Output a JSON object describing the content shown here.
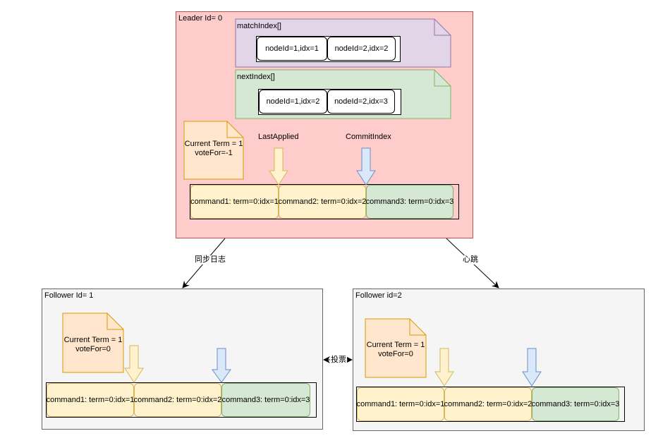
{
  "leader": {
    "title": "Leader Id= 0",
    "match_index": {
      "label": "matchIndex[]",
      "items": [
        "nodeId=1,idx=1",
        "nodeId=2,idx=2"
      ]
    },
    "next_index": {
      "label": "nextIndex[]",
      "items": [
        "nodeId=1,idx=2",
        "nodeId=2,idx=3"
      ]
    },
    "state_note": {
      "line1": "Current Term = 1",
      "line2": "voteFor=-1"
    },
    "last_applied_label": "LastApplied",
    "commit_index_label": "CommitIndex",
    "log": [
      "command1: term=0:idx=1",
      "command2: term=0:idx=2",
      "command3: term=0:idx=3"
    ]
  },
  "follower1": {
    "title": "Follower Id= 1",
    "state_note": {
      "line1": "Current Term = 1",
      "line2": "voteFor=0"
    },
    "log": [
      "command1: term=0:idx=1",
      "command2: term=0:idx=2",
      "command3: term=0:idx=3"
    ]
  },
  "follower2": {
    "title": "Follower id=2",
    "state_note": {
      "line1": "Current Term = 1",
      "line2": "voteFor=0"
    },
    "log": [
      "command1: term=0:idx=1",
      "command2: term=0:idx=2",
      "command3: term=0:idx=3"
    ]
  },
  "edges": {
    "sync_log": "同步日志",
    "heartbeat": "心跳",
    "vote": "投票"
  },
  "colors": {
    "leader_fill": "#ffcccc",
    "leader_stroke": "#b85450",
    "purple_fill": "#e1d5e7",
    "purple_stroke": "#9673a6",
    "green_fill": "#d5e8d4",
    "green_stroke": "#82b366",
    "yellow_fill": "#fff2cc",
    "yellow_stroke": "#d6b656",
    "orange_fill": "#ffe6cc",
    "orange_stroke": "#d79b00",
    "blue_fill": "#dae8fc",
    "blue_stroke": "#6c8ebf"
  }
}
